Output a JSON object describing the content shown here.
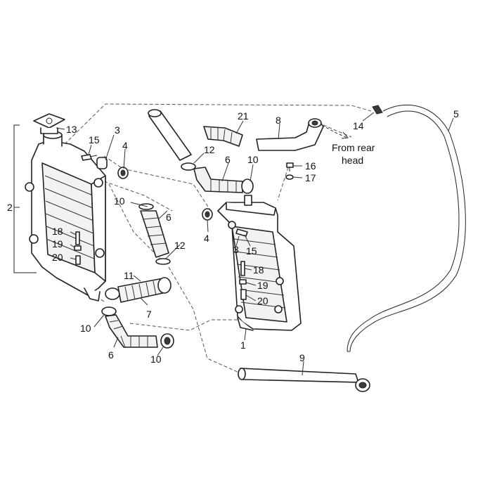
{
  "callouts": {
    "c1": "1",
    "c2": "2",
    "c3a": "3",
    "c3b": "3",
    "c4a": "4",
    "c4b": "4",
    "c5": "5",
    "c6a": "6",
    "c6b": "6",
    "c6c": "6",
    "c7": "7",
    "c8": "8",
    "c9": "9",
    "c10a": "10",
    "c10b": "10",
    "c10c": "10",
    "c10d": "10",
    "c11": "11",
    "c12a": "12",
    "c12b": "12",
    "c13": "13",
    "c14": "14",
    "c15a": "15",
    "c15b": "15",
    "c16": "16",
    "c17": "17",
    "c18a": "18",
    "c18b": "18",
    "c19a": "19",
    "c19b": "19",
    "c20a": "20",
    "c20b": "20",
    "c21": "21"
  },
  "annotation": {
    "line1": "From rear",
    "line2": "head"
  },
  "colors": {
    "line": "#222222",
    "dashed": "#555555",
    "background": "#ffffff"
  }
}
